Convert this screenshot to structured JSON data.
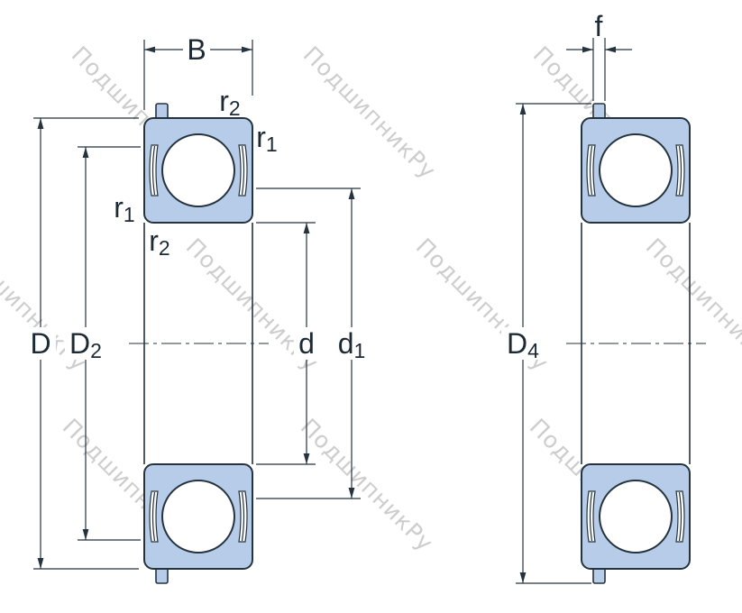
{
  "title": "Bearing cross-section dimension drawing",
  "watermark": {
    "text": "ПодшипникРу"
  },
  "colors": {
    "bearing_fill": "#b6cce8",
    "outline": "#24333e",
    "label": "#1d2a33",
    "watermark": "#c8c8c8",
    "background": "#ffffff"
  },
  "left_view": {
    "description": "Sealed deep groove ball bearing with snap ring, section view",
    "dims": {
      "B": {
        "base": "B",
        "sub": ""
      },
      "r2_top": {
        "base": "r",
        "sub": "2"
      },
      "r1_top": {
        "base": "r",
        "sub": "1"
      },
      "r1_side": {
        "base": "r",
        "sub": "1"
      },
      "r2_side": {
        "base": "r",
        "sub": "2"
      },
      "D": {
        "base": "D",
        "sub": ""
      },
      "D2": {
        "base": "D",
        "sub": "2"
      },
      "d": {
        "base": "d",
        "sub": ""
      },
      "d1": {
        "base": "d",
        "sub": "1"
      }
    }
  },
  "right_view": {
    "description": "Same bearing with snap ring fitted, section view",
    "dims": {
      "f": {
        "base": "f",
        "sub": ""
      },
      "D4": {
        "base": "D",
        "sub": "4"
      }
    }
  }
}
